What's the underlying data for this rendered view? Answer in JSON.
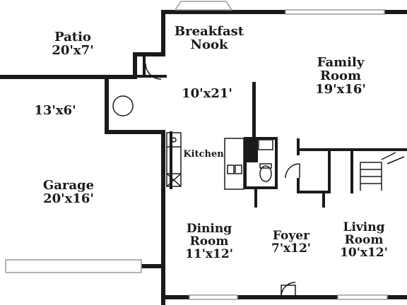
{
  "floor_plan": {
    "rooms": {
      "patio": {
        "name": "Patio",
        "dims": "20'x7'"
      },
      "breakfast_nook": {
        "name_line1": "Breakfast",
        "name_line2": "Nook"
      },
      "nook_dims": {
        "dims": "10'x21'"
      },
      "family_room": {
        "name_line1": "Family",
        "name_line2": "Room",
        "dims": "19'x16'"
      },
      "mudroom": {
        "dims": "13'x6'"
      },
      "kitchen": {
        "name": "Kitchen"
      },
      "garage": {
        "name": "Garage",
        "dims": "20'x16'"
      },
      "dining_room": {
        "name_line1": "Dining",
        "name_line2": "Room",
        "dims": "11'x12'"
      },
      "foyer": {
        "name": "Foyer",
        "dims": "7'x12'"
      },
      "living_room": {
        "name_line1": "Living",
        "name_line2": "Room",
        "dims": "10'x12'"
      }
    },
    "colors": {
      "wall": "#1a1a1a",
      "window": "#9a9a9a",
      "background": "#ffffff"
    }
  }
}
